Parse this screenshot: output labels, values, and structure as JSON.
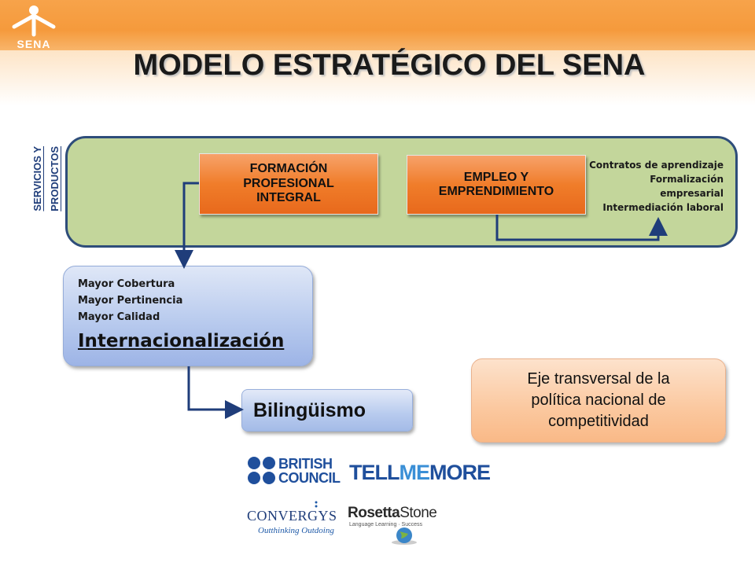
{
  "header": {
    "logo_text": "SENA",
    "title": "MODELO ESTRATÉGICO DEL SENA"
  },
  "side_label": {
    "line1": "SERVICIOS Y",
    "line2": "PRODUCTOS"
  },
  "servicios": {
    "formacion_lines": [
      "FORMACIÓN",
      "PROFESIONAL",
      "INTEGRAL"
    ],
    "empleo_lines": [
      "EMPLEO Y",
      "EMPRENDIMIENTO"
    ],
    "empleo_items": [
      "Contratos de aprendizaje",
      "Formalización",
      "empresarial",
      "Intermediación laboral"
    ]
  },
  "objetivos": {
    "items": [
      "Mayor Cobertura",
      "Mayor Pertinencia",
      "Mayor Calidad"
    ],
    "highlight": "Internacionalización"
  },
  "bilinguismo": "Bilingüismo",
  "eje_lines": [
    "Eje transversal de la",
    "política nacional de",
    "competitividad"
  ],
  "logos": {
    "british_council": [
      "BRITISH",
      "COUNCIL"
    ],
    "tellmemore": [
      "TELL",
      "ME",
      "MORE"
    ],
    "convergys": "CONVERGYS",
    "convergys_tagline": "Outthinking Outdoing",
    "rosetta": [
      "Rosetta",
      "Stone"
    ],
    "rosetta_tagline": "Language Learning · Success"
  },
  "colors": {
    "banner": "#f59a3c",
    "panel_green": "#c3d69b",
    "panel_border": "#2e4d7a",
    "orange_box": "#f07d2a",
    "blue_box": "#b9cbee",
    "peach_box": "#fbc89f",
    "arrow": "#1f3d7a"
  }
}
